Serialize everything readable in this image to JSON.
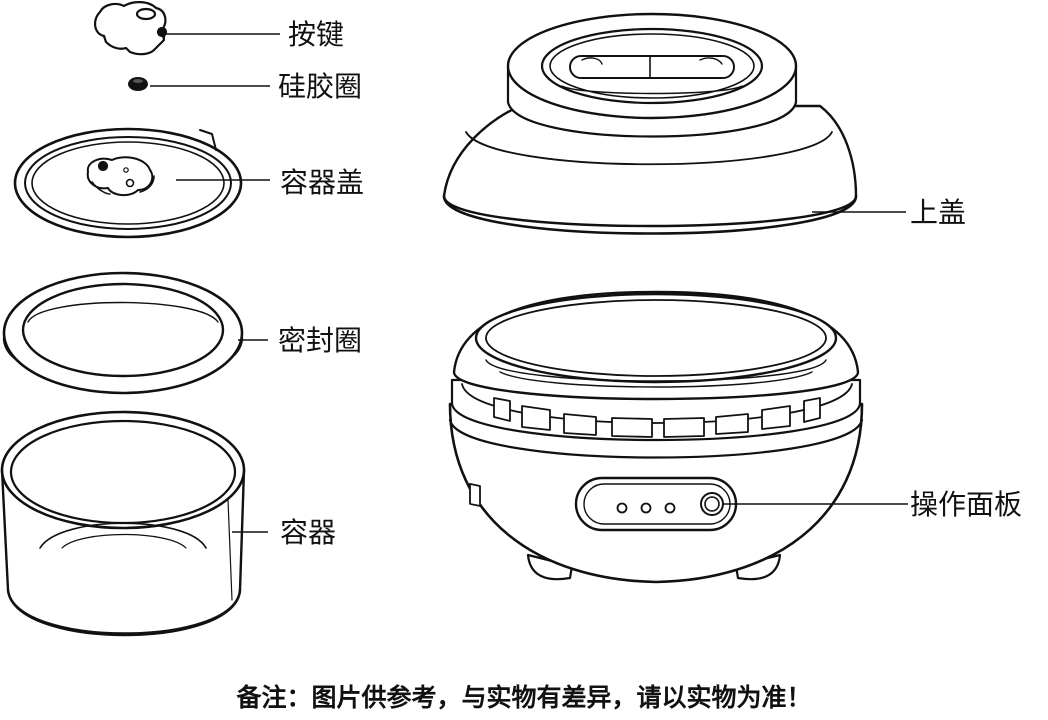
{
  "labels": {
    "button": "按键",
    "silicone_ring": "硅胶圈",
    "container_lid": "容器盖",
    "seal_ring": "密封圈",
    "container": "容器",
    "top_cover": "上盖",
    "control_panel": "操作面板"
  },
  "footnote": "备注：图片供参考，与实物有差异，请以实物为准！"
}
